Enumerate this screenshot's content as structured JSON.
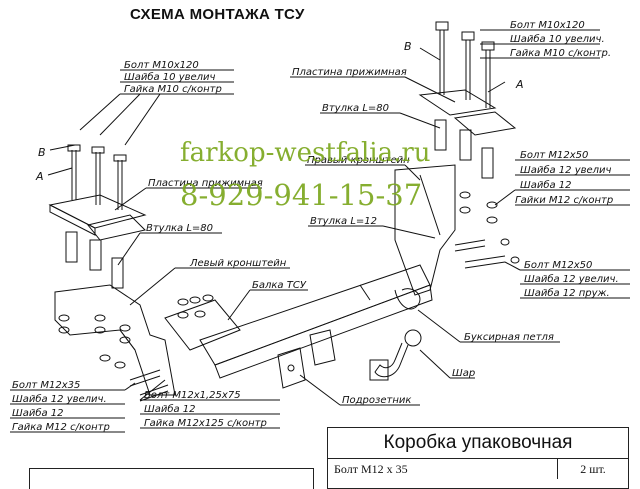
{
  "title": "СХЕМА МОНТАЖА ТСУ",
  "watermark": {
    "site": "farkop-westfalia.ru",
    "phone": "8-929-941-15-37",
    "color": "#7ca81f"
  },
  "labels": {
    "tl_bolt": "Болт М10х120",
    "tl_washer": "Шайба 10 увелич",
    "tl_nut": "Гайка М10 с/контр",
    "tr_bolt": "Болт М10х120",
    "tr_washer": "Шайба 10 увелич.",
    "tr_nut": "Гайка М10 с/контр.",
    "plate_right": "Пластина прижимная",
    "sleeve_right": "Втулка L=80",
    "right_bracket": "Правый кронштейн",
    "plate_left": "Пластина прижимная",
    "sleeve_left": "Втулка L=80",
    "sleeve_12": "Втулка L=12",
    "left_bracket": "Левый кронштейн",
    "beam": "Балка ТСУ",
    "r1_bolt": "Болт М12х50",
    "r1_washer1": "Шайба 12 увелич",
    "r1_washer2": "Шайба 12",
    "r1_nut": "Гайки М12 с/контр",
    "r2_bolt": "Болт М12х50",
    "r2_washer1": "Шайба 12 увелич.",
    "r2_washer2": "Шайба 12 пруж.",
    "tow_loop": "Буксирная петля",
    "ball": "Шар",
    "socket": "Подрозетник",
    "m1_bolt": "Болт М12х1,25х75",
    "m1_washer": "Шайба 12",
    "m1_nut": "Гайка М12х125 с/контр",
    "bl_bolt": "Болт М12х35",
    "bl_washer1": "Шайба 12 увелич.",
    "bl_washer2": "Шайба 12",
    "bl_nut": "Гайка М12 с/контр",
    "letter_b_left": "B",
    "letter_a_left": "A",
    "letter_b_right": "B",
    "letter_a_right": "A"
  },
  "package_box": {
    "title": "Коробка упаковочная",
    "rows": [
      {
        "item": "Болт М12 х 35",
        "qty": "2 шт."
      }
    ]
  }
}
